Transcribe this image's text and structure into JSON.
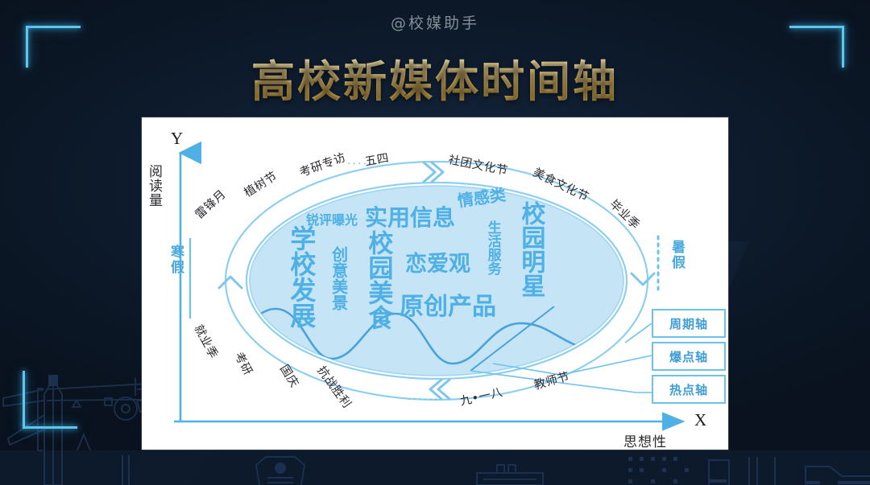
{
  "watermark": "@校媒助手",
  "title": "高校新媒体时间轴",
  "axes": {
    "y_letter": "Y",
    "y_label": "阅读量",
    "x_letter": "X",
    "x_label": "思想性"
  },
  "seasons": {
    "left": "寒假",
    "right": "暑假"
  },
  "separators": {
    "top": "......",
    "bottom": "......"
  },
  "events": {
    "top_left": [
      "雷锋月",
      "植树节",
      "考研专访",
      "五四"
    ],
    "top_right": [
      "社团文化节",
      "美食文化节",
      "毕业季"
    ],
    "bottom_left": [
      "就业季",
      "考研",
      "国庆",
      "抗战胜利"
    ],
    "bottom_right": [
      "九•一八",
      "教师节"
    ]
  },
  "word_cloud": [
    "锐评曝光",
    "实用信息",
    "情感类",
    "校园明星",
    "学校发展",
    "创意美景",
    "校园美食",
    "恋爱观",
    "生活服务",
    "原创产品"
  ],
  "legend": [
    {
      "label": "周期轴"
    },
    {
      "label": "爆点轴"
    },
    {
      "label": "热点轴"
    }
  ],
  "colors": {
    "title_gold": "#e5c474",
    "accent_cyan": "#5fc6ef",
    "diagram_blue": "#4fb0e6",
    "ellipse_fill": "#c5e4f5",
    "panel_bg": "#ffffff",
    "background": "#0b1624"
  }
}
